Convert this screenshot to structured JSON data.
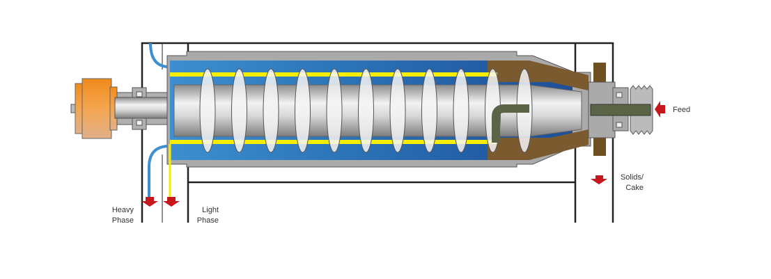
{
  "labels": {
    "heavy_phase": [
      "Heavy",
      "Phase"
    ],
    "light_phase": [
      "Light",
      "Phase"
    ],
    "solids_cake": [
      "Solids/",
      "Cake"
    ],
    "feed": "Feed"
  },
  "colors": {
    "heavy_liquid": "#2f7fc1",
    "light_liquid": "#f5ee00",
    "solids": "#7a5a2e",
    "feed": "#5c6447",
    "arrow": "#c8161d",
    "motor": "#f29a38",
    "frame": "#222222",
    "metal": "#a8a8a8"
  },
  "flight_count": 11
}
